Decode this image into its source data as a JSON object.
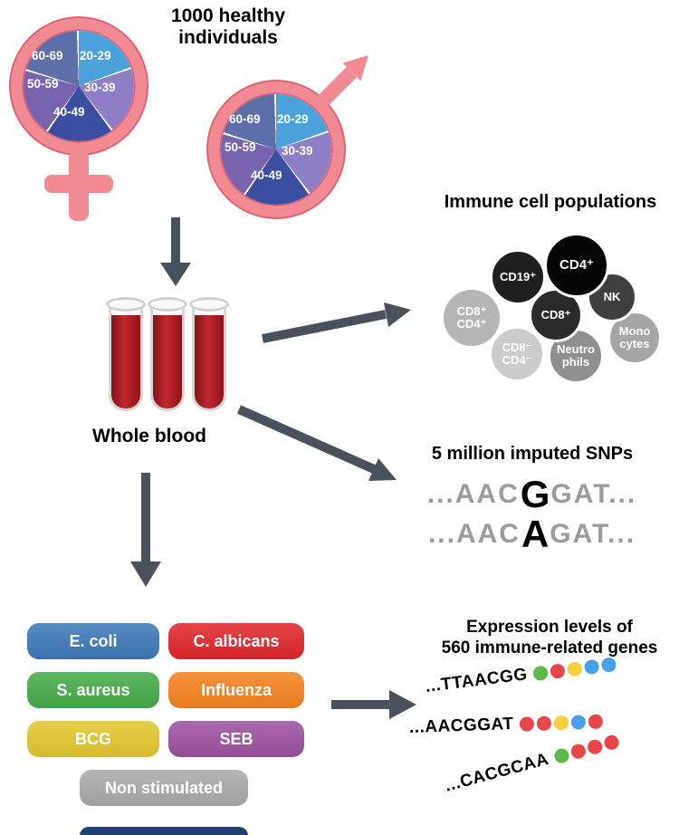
{
  "header": {
    "title_line1": "1000 healthy",
    "title_line2": "individuals"
  },
  "demographics": {
    "symbol_color": "#F28A93",
    "age_labels": {
      "a2029": "20-29",
      "a3039": "30-39",
      "a4049": "40-49",
      "a5059": "50-59",
      "a6069": "60-69"
    },
    "pie_colors": {
      "a2029": "#4BA1D9",
      "a3039": "#8F7EC5",
      "a4049": "#3C4E9F",
      "a5059": "#7763AE",
      "a6069": "#5C6FA8"
    }
  },
  "blood": {
    "label": "Whole blood",
    "color": "#C2272C"
  },
  "immune_cells": {
    "title": "Immune cell populations",
    "cells": [
      {
        "label": "CD8⁺\nCD4⁺",
        "color": "#B5B5B5"
      },
      {
        "label": "CD8⁻\nCD4⁻",
        "color": "#CBCBCB"
      },
      {
        "label": "Mono\ncytes",
        "color": "#A5A5A5"
      },
      {
        "label": "Neutro\nphils",
        "color": "#8F8F8F"
      },
      {
        "label": "NK",
        "color": "#3F3F3F"
      },
      {
        "label": "CD19⁺",
        "color": "#1F1F1F"
      },
      {
        "label": "CD8⁺",
        "color": "#2A2A2A"
      },
      {
        "label": "CD4⁺",
        "color": "#050505"
      }
    ]
  },
  "snps": {
    "title": "5 million imputed SNPs",
    "line1": {
      "pre": "...AAC",
      "variant": "G",
      "post": "GAT..."
    },
    "line2": {
      "pre": "...AAC",
      "variant": "A",
      "post": "GAT..."
    }
  },
  "stimuli": {
    "items": [
      {
        "label": "E. coli",
        "color": "#3C79B8"
      },
      {
        "label": "C. albicans",
        "color": "#E0262A"
      },
      {
        "label": "S. aureus",
        "color": "#45AB49"
      },
      {
        "label": "Influenza",
        "color": "#F5821F"
      },
      {
        "label": "BCG",
        "color": "#E3C62F"
      },
      {
        "label": "SEB",
        "color": "#9C51A1"
      },
      {
        "label": "Non stimulated",
        "color": "#A9A9A9"
      }
    ],
    "cropped_button_color": "#1F3F72"
  },
  "expression": {
    "title_line1": "Expression levels of",
    "title_line2": "560 immune-related genes",
    "rows": [
      {
        "seq": "...TTAACGG",
        "dots": [
          "#5CB949",
          "#E84648",
          "#F3D03A",
          "#47A0E8",
          "#47A0E8"
        ]
      },
      {
        "seq": "...AACGGAT",
        "dots": [
          "#E84648",
          "#E84648",
          "#F3D03A",
          "#47A0E8",
          "#E84648"
        ]
      },
      {
        "seq": "...CACGCAA",
        "dots": [
          "#5CB949",
          "#E84648",
          "#E84648",
          "#E84648"
        ]
      }
    ]
  },
  "arrow_color": "#49525C"
}
